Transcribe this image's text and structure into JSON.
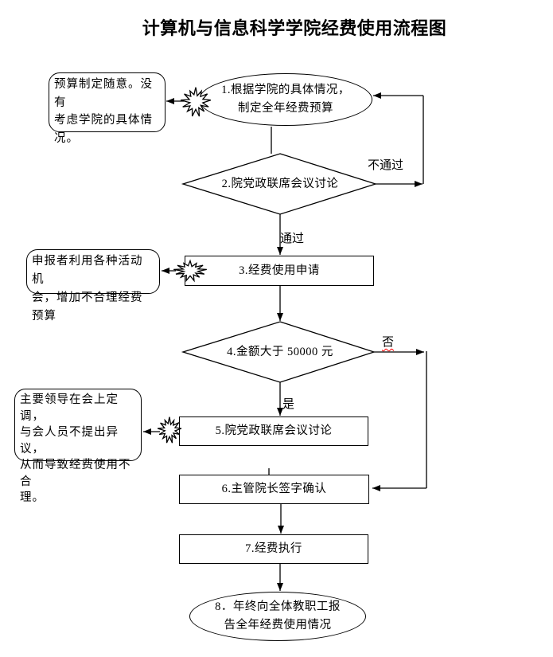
{
  "title": "计算机与信息科学学院经费使用流程图",
  "flowchart": {
    "nodes": {
      "step1": "1.根据学院的具体情况，\n制定全年经费预算",
      "step2": "2.院党政联席会议讨论",
      "step3": "3.经费使用申请",
      "step4": "4.金额大于 50000 元",
      "step5": "5.院党政联席会议讨论",
      "step6": "6.主管院长签字确认",
      "step7": "7.经费执行",
      "step8": "8．年终向全体教职工报\n告全年经费使用情况"
    },
    "edge_labels": {
      "pass": "通过",
      "fail": "不通过",
      "yes": "是",
      "no": "否"
    },
    "callouts": {
      "budget": "预算制定随意。没有\n考虑学院的具体情\n况。",
      "application": "申报者利用各种活动机\n会，增加不合理经费预算",
      "meeting": "主要领导在会上定调，\n与会人员不提出异议，\n从而导致经费使用不合\n理。"
    },
    "colors": {
      "line": "#000000",
      "spellcheck_underline": "#ff0000",
      "background": "#ffffff"
    }
  }
}
